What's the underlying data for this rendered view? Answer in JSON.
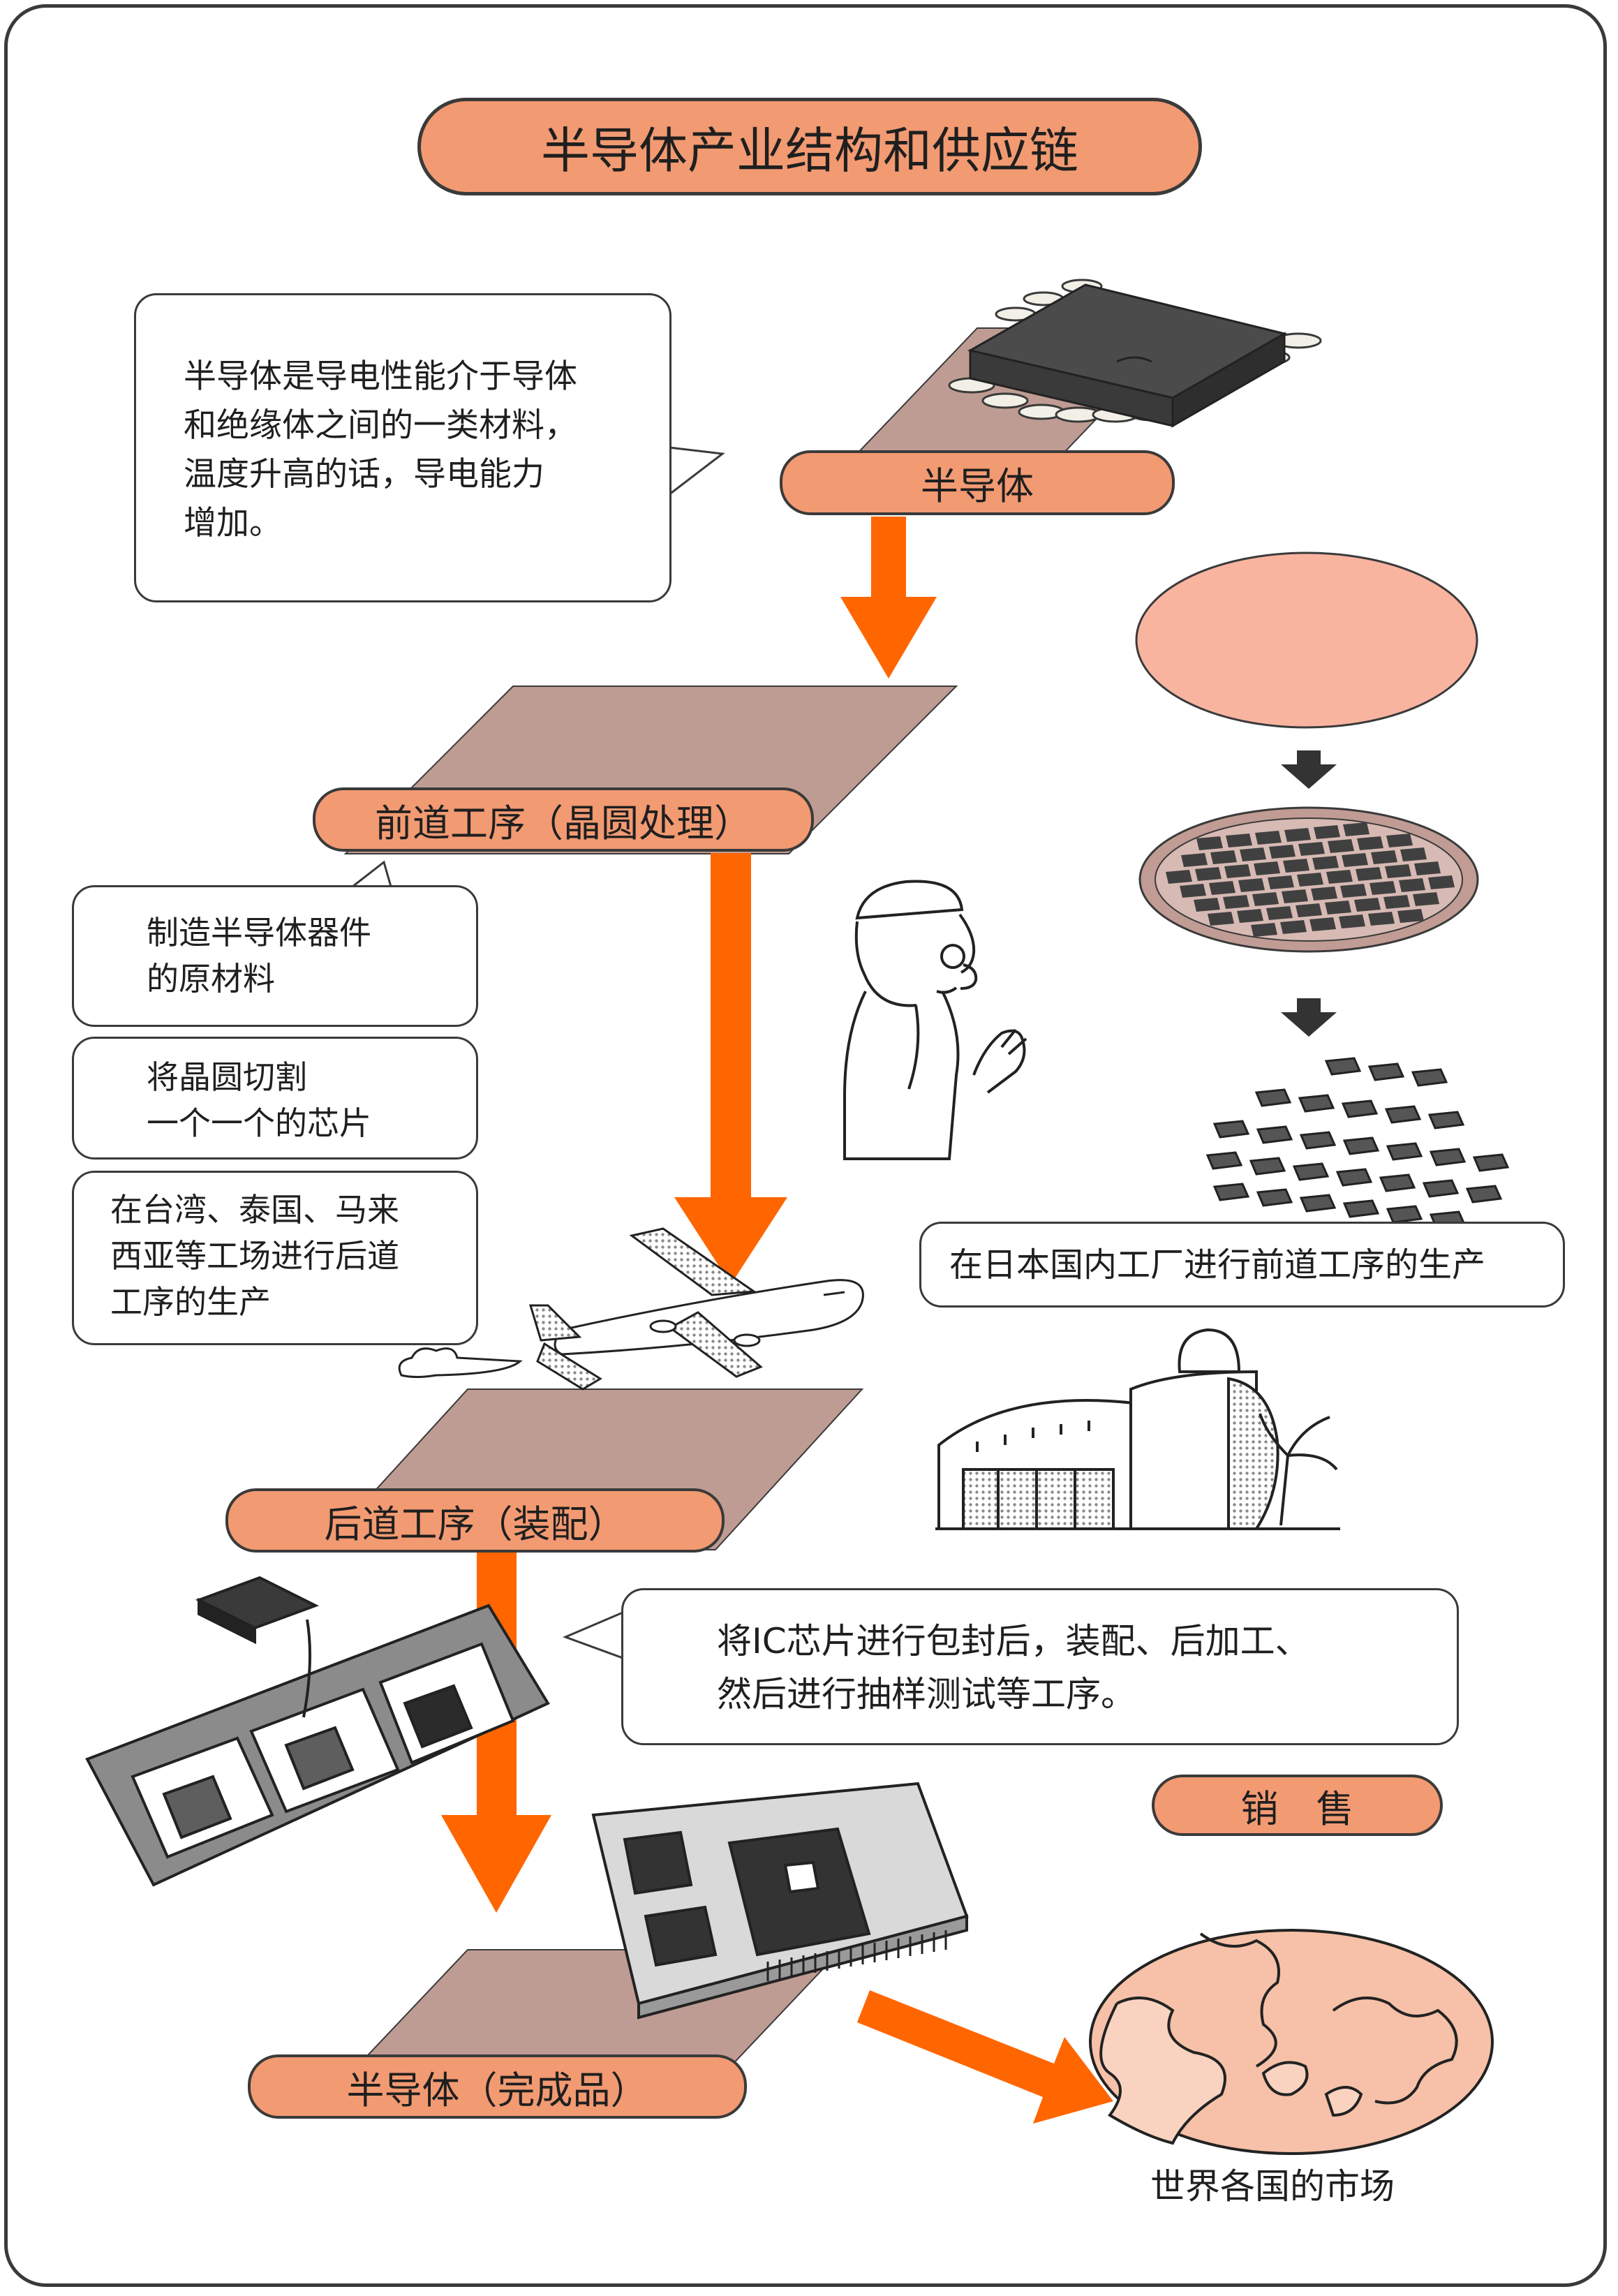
{
  "title": "半导体产业结构和供应链",
  "accent_colors": {
    "arrow": "#ff6600",
    "label_fill": "#f29a72",
    "platform": "#bf9c93",
    "wafer_blob": "#f9b4a0",
    "globe": "#f6c1a8"
  },
  "stages": {
    "semiconductor": "半导体",
    "front_end": "前道工序（晶圆处理）",
    "back_end": "后道工序（装配）",
    "finished": "半导体（完成品）",
    "sales": "销　售"
  },
  "notes": {
    "definition": [
      "半导体是导电性能介于导体",
      "和绝缘体之间的一类材料，",
      "温度升高的话，导电能力",
      "增加。"
    ],
    "raw_material": [
      "制造半导体器件",
      "的原材料"
    ],
    "dicing": [
      "将晶圆切割",
      "一个一个的芯片"
    ],
    "overseas": [
      "在台湾、泰国、马来",
      "西亚等工场进行后道",
      "工序的生产"
    ],
    "domestic": "在日本国内工厂进行前道工序的生产",
    "packaging": [
      "将IC芯片进行包封后，装配、后加工、",
      "然后进行抽样测试等工序。"
    ]
  },
  "market_label": "世界各国的市场",
  "icons": [
    "chip-icon",
    "wafer-icon",
    "die-grid-icon",
    "engineer-illustration",
    "airplane-illustration",
    "factory-illustration",
    "lead-frame-illustration",
    "circuit-board-illustration",
    "globe-illustration"
  ]
}
